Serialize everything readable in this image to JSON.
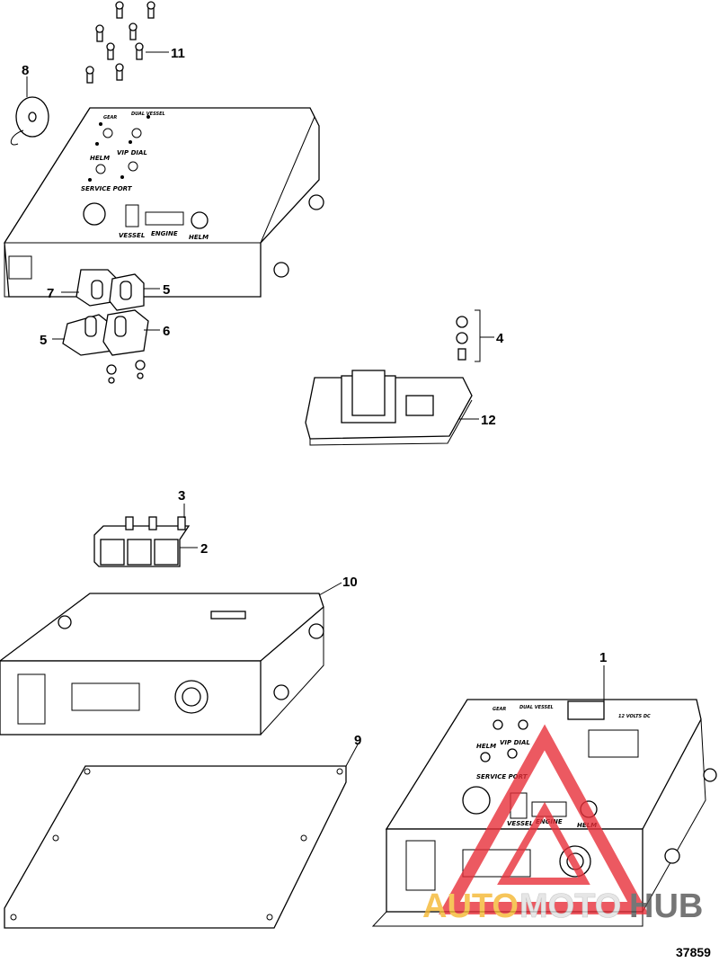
{
  "callouts": {
    "c1": "1",
    "c2": "2",
    "c3": "3",
    "c4": "4",
    "c5a": "5",
    "c5b": "5",
    "c6": "6",
    "c7": "7",
    "c8": "8",
    "c9": "9",
    "c10": "10",
    "c11": "11",
    "c12": "12"
  },
  "panel_labels": {
    "gear": "GEAR",
    "dual_vessel": "DUAL VESSEL",
    "helm": "HELM",
    "vip_dial": "VIP DIAL",
    "service_port": "SERVICE PORT",
    "vessel": "VESSEL",
    "engine": "ENGINE",
    "helm_bottom": "HELM",
    "volts": "12 VOLTS DC"
  },
  "figure_number": "37859",
  "watermark": {
    "auto": "AUTO",
    "moto": "MOTO",
    "hub": "HUB",
    "colors": {
      "auto": "#f5b731",
      "moto": "#e8e8e8",
      "hub": "#555555",
      "triangle": "#e8303a"
    }
  }
}
